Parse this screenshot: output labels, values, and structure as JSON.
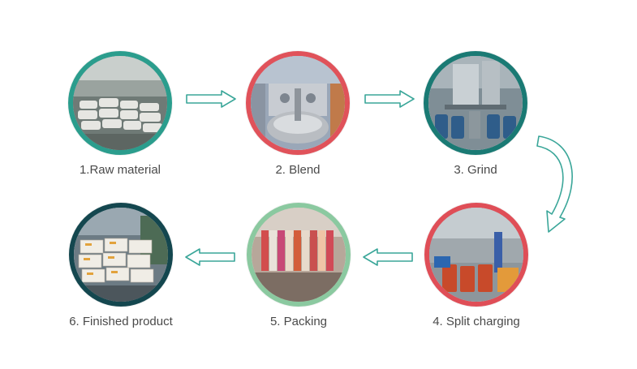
{
  "steps": [
    {
      "label": "1.Raw material",
      "ring": "#2b9d8d",
      "image": "stacked-sacks-warehouse-photo"
    },
    {
      "label": "2. Blend",
      "ring": "#e0525a",
      "image": "blending-mixer-photo"
    },
    {
      "label": "3.  Grind",
      "ring": "#1a7a74",
      "image": "grinding-machine-photo"
    },
    {
      "label": "4. Split charging",
      "ring": "#df4e57",
      "image": "red-drums-factory-photo"
    },
    {
      "label": "5. Packing",
      "ring": "#8bc9a0",
      "image": "sealant-tubes-photo"
    },
    {
      "label": "6. Finished product",
      "ring": "#14474f",
      "image": "boxed-product-photo"
    }
  ],
  "colors": {
    "arrow_stroke": "#3aa699",
    "arrow_fill": "#ffffff",
    "caption": "#4a4a4a"
  }
}
